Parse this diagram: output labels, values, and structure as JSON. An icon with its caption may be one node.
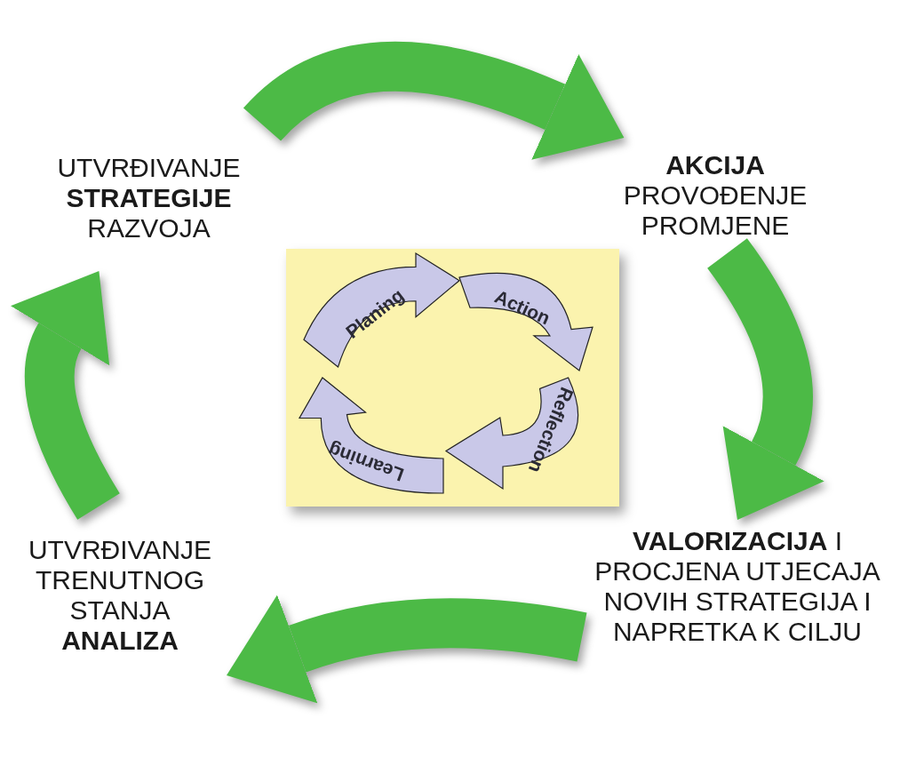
{
  "diagram": {
    "nodes": [
      {
        "text": [
          "UTVRĐIVANJE **STRATEGIJE** RAZVOJA"
        ]
      },
      {
        "text": [
          "**AKCIJA** PROVOĐENJE PROMJENE"
        ]
      },
      {
        "text": [
          "**VALORIZACIJA** I PROCJENA UTJECAJA NOVIH STRATEGIJA I NAPRETKA K CILJU"
        ]
      },
      {
        "text": [
          "UTVRĐIVANJE TRENUTNOG STANJA **ANALIZA**"
        ]
      },
      {
        "text": [],
        "shape": "box"
      },
      {
        "text": [
          "Planing"
        ],
        "in": 4
      },
      {
        "text": [
          "Action"
        ],
        "in": 4
      },
      {
        "text": [
          "Reflection"
        ],
        "in": 4
      },
      {
        "text": [
          "Learning"
        ],
        "in": 4
      }
    ],
    "edges": [
      {
        "from": 0,
        "to": 1,
        "arrow": "to"
      },
      {
        "from": 1,
        "to": 2,
        "arrow": "to"
      },
      {
        "from": 2,
        "to": 3,
        "arrow": "to"
      },
      {
        "from": 3,
        "to": 0,
        "arrow": "to"
      }
    ]
  }
}
